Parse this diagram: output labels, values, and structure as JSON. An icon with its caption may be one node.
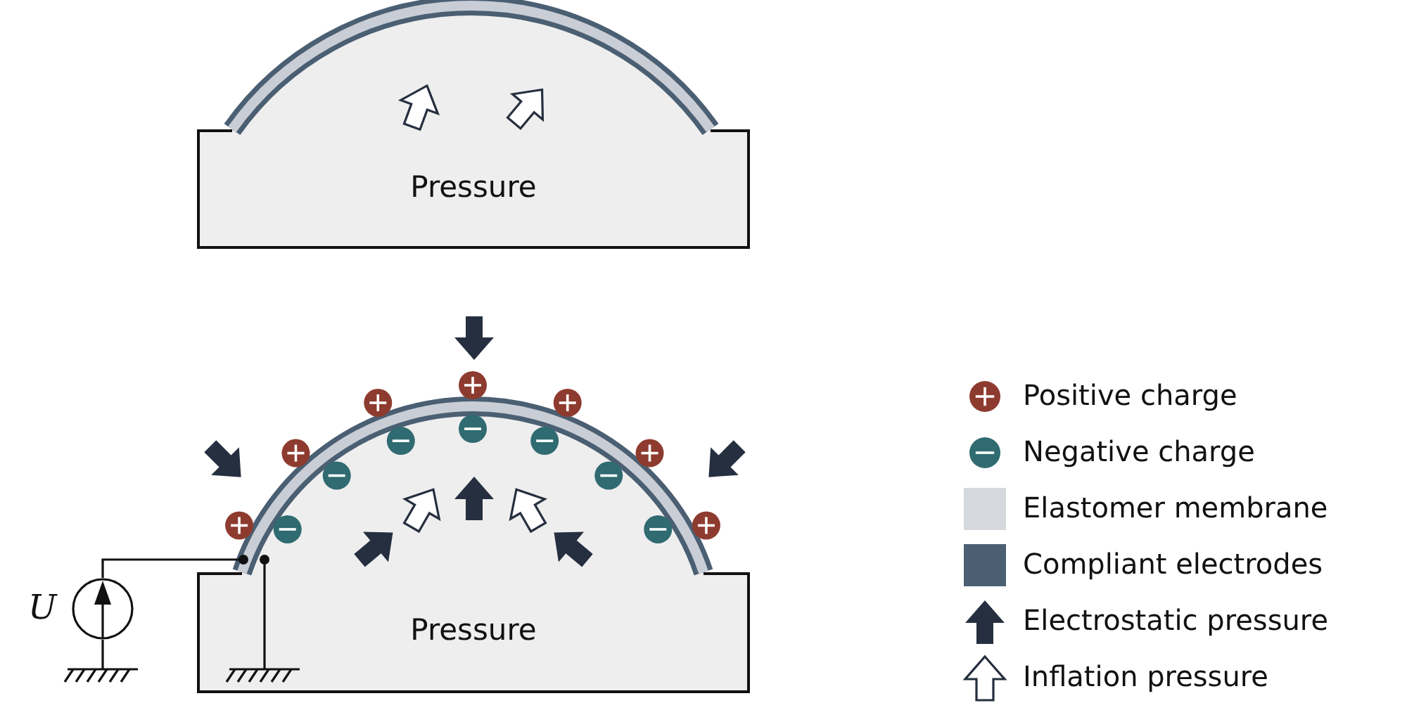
{
  "diagram": {
    "nodes": [
      {
        "text": [
          "Pressure"
        ]
      },
      {
        "text": [
          "Pressure"
        ]
      }
    ],
    "labels": [
      "U"
    ],
    "legend": [
      {
        "text": "Positive charge"
      },
      {
        "text": "Negative charge"
      },
      {
        "text": "Elastomer membrane",
        "color": "#d5d9de"
      },
      {
        "text": "Compliant electrodes",
        "color": "#4b5f73"
      },
      {
        "text": "Electrostatic pressure"
      },
      {
        "text": "Inflation pressure"
      }
    ]
  }
}
